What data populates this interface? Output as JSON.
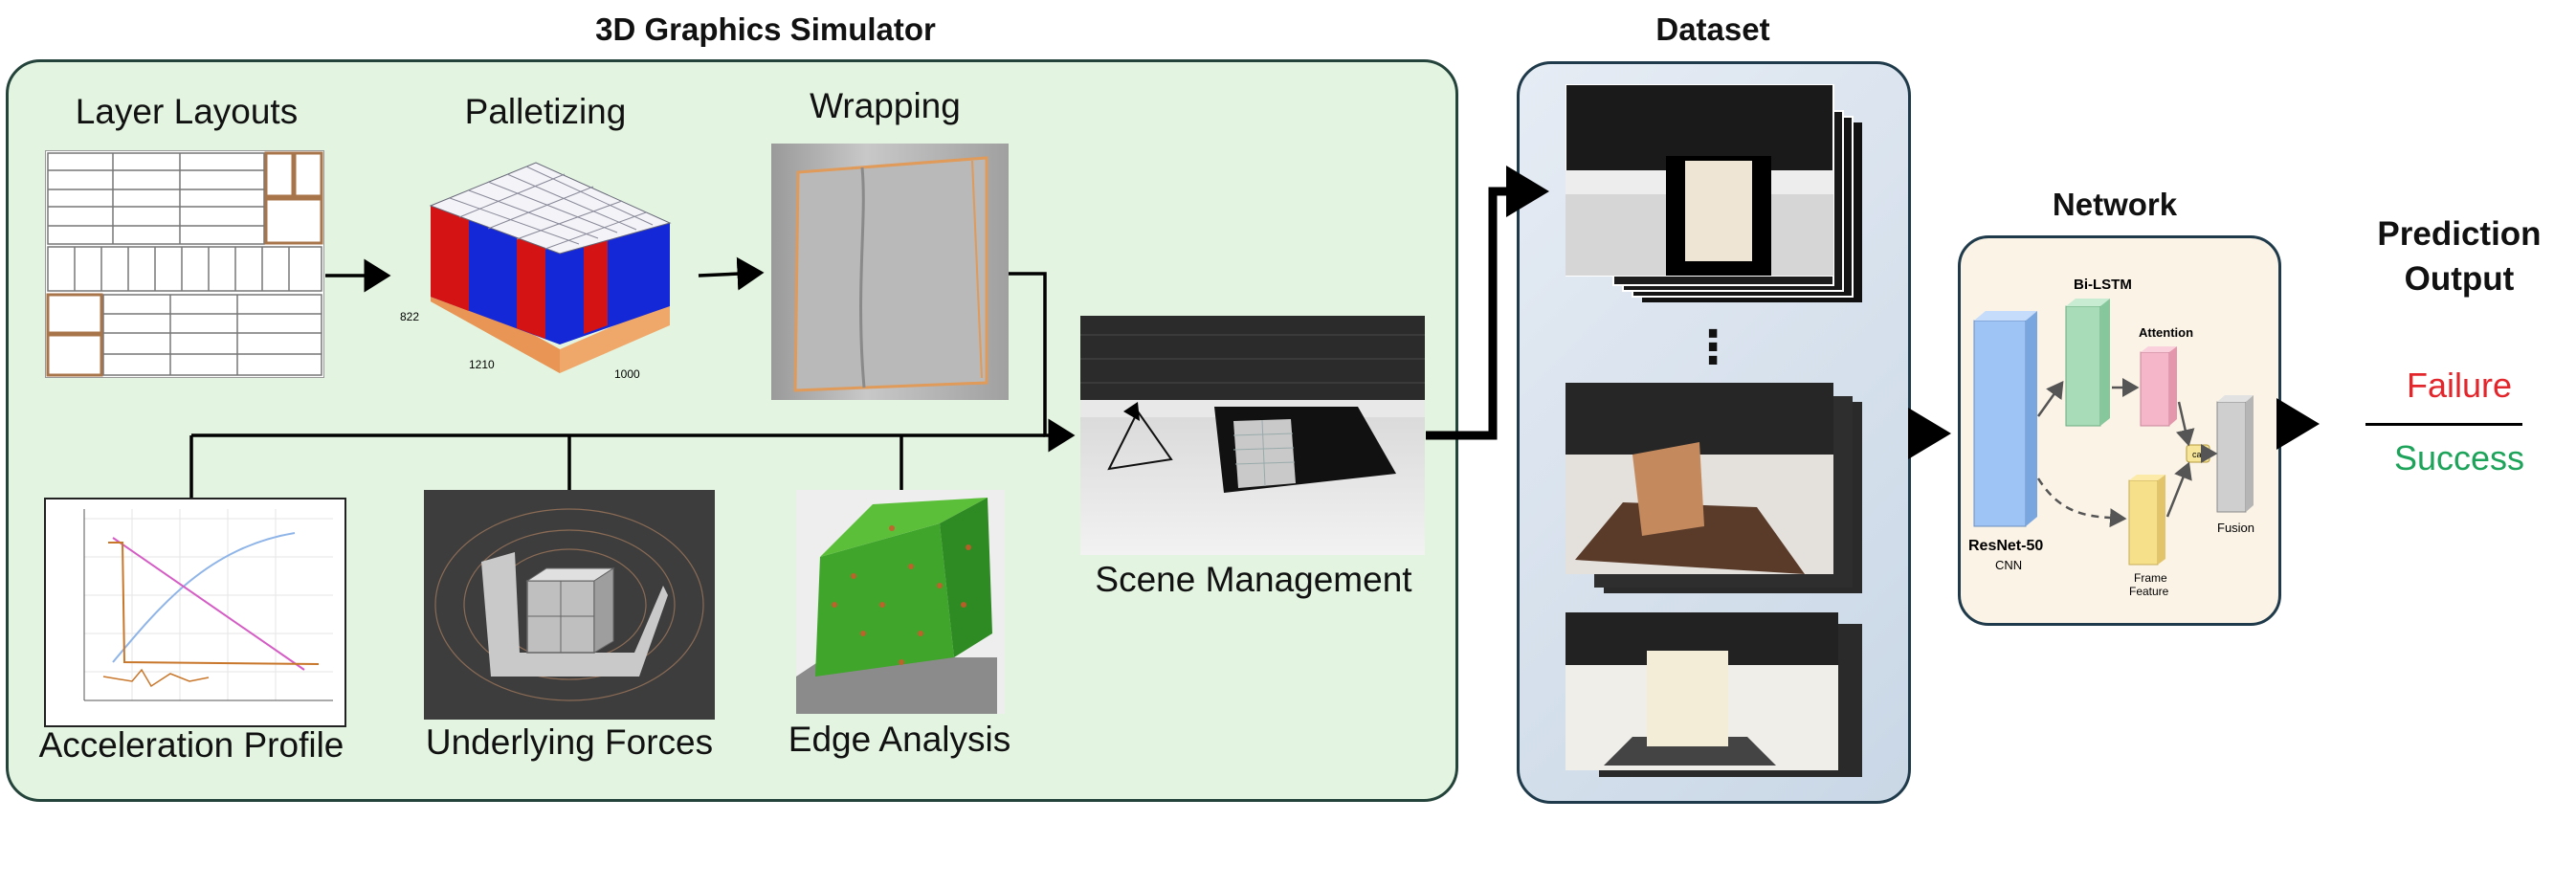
{
  "simulator": {
    "title": "3D Graphics Simulator",
    "modules": {
      "layer_layouts": "Layer Layouts",
      "palletizing": "Palletizing",
      "wrapping": "Wrapping",
      "scene_management": "Scene Management",
      "acceleration_profile": "Acceleration Profile",
      "underlying_forces": "Underlying Forces",
      "edge_analysis": "Edge Analysis"
    },
    "pallet_dims": {
      "height": "822",
      "width": "1210",
      "depth": "1000"
    }
  },
  "dataset": {
    "title": "Dataset",
    "ellipsis": "⋮"
  },
  "network": {
    "title": "Network",
    "blocks": {
      "resnet": "ResNet-50",
      "resnet_sub": "CNN",
      "bilstm": "Bi-LSTM",
      "attention": "Attention",
      "frame_feature_1": "Frame",
      "frame_feature_2": "Feature",
      "cat": "cat",
      "fusion": "Fusion"
    }
  },
  "output": {
    "title_line1": "Prediction",
    "title_line2": "Output",
    "failure": "Failure",
    "success": "Success",
    "failure_color": "#e3262b",
    "success_color": "#1ea35a"
  }
}
